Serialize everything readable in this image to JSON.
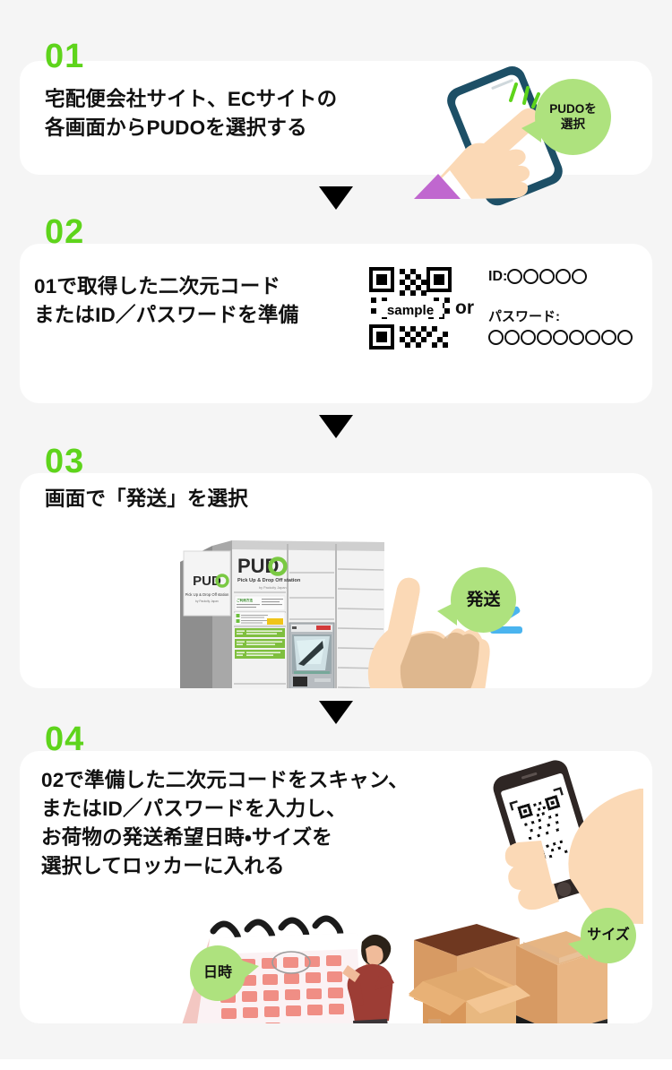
{
  "page": {
    "title": "PUDOステーション 発送手順",
    "background_color": "#f5f5f5",
    "card_color": "#ffffff",
    "accent_green": "#5ed41b",
    "bubble_green": "#aee27e",
    "spark_blue": "#4ab4ef",
    "purple": "#c067cf"
  },
  "steps": [
    {
      "number": "01",
      "text": "宅配便会社サイト、ECサイトの\n各画面からPUDOを選択する",
      "bubble": {
        "label": "PUDOを\n選択",
        "tail": "left"
      },
      "illustration": "hand-tapping-smartphone"
    },
    {
      "number": "02",
      "text": "01で取得した二次元コード\nまたはID／パスワードを準備",
      "qr": {
        "caption": "sample",
        "alt": "qr-code-sample"
      },
      "or_label": "or",
      "credentials": {
        "id_label": "ID:",
        "id_mask_count": 5,
        "password_label": "パスワード:",
        "password_mask_count": 9
      },
      "illustration": "qr-code-and-credentials"
    },
    {
      "number": "03",
      "text": "画面で「発送」を選択",
      "bubble": {
        "label": "発送",
        "tail": "left"
      },
      "locker": {
        "brand": "PUDO",
        "tagline": "Pick Up & Drop Off station",
        "subtagline": "by Packcity Japan"
      },
      "illustration": "pudo-locker-station-with-pointing-hand"
    },
    {
      "number": "04",
      "text": "02で準備した二次元コードをスキャン、\nまたはID／パスワードを入力し、\nお荷物の発送希望日時・サイズを\n選択してロッカーに入れる",
      "bubbles": [
        {
          "label": "日時",
          "tail": "right"
        },
        {
          "label": "サイズ",
          "tail": "left"
        }
      ],
      "illustration": "phone-qr-calendar-person-and-boxes"
    }
  ],
  "arrows": {
    "glyph": "▼",
    "count": 3,
    "color": "#000000"
  }
}
